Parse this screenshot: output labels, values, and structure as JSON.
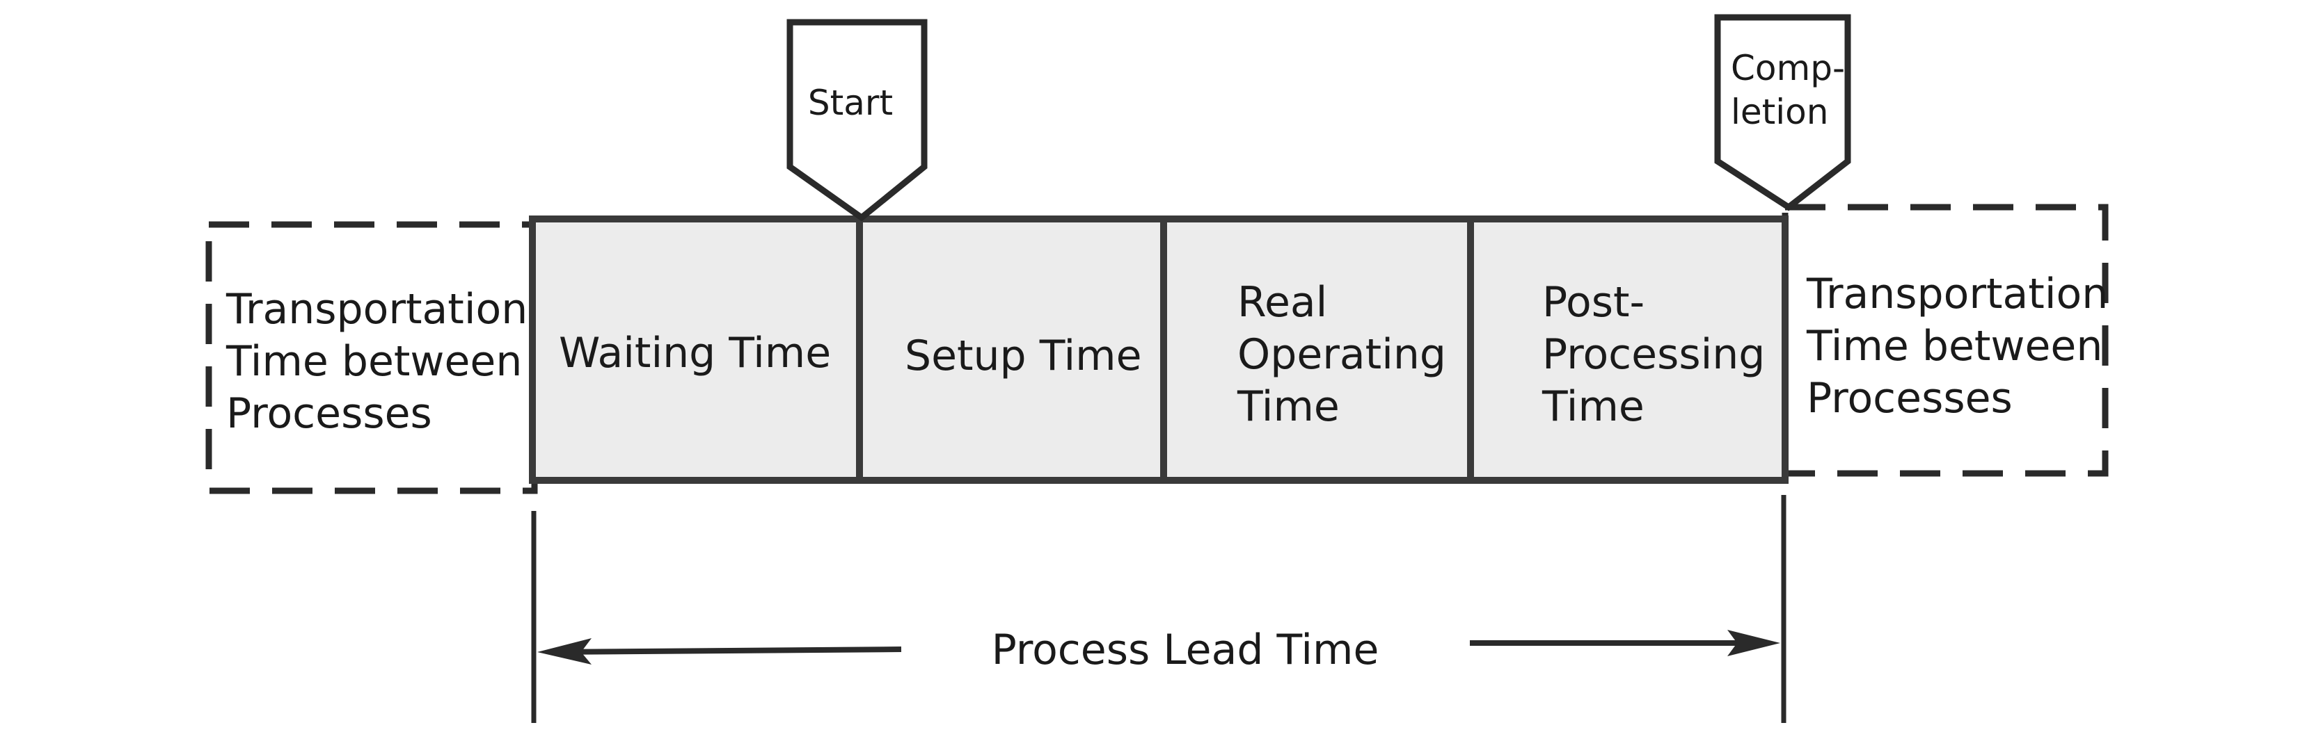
{
  "diagram": {
    "start_marker": "Start",
    "completion_marker": [
      "Comp-",
      "letion"
    ],
    "transport_before": [
      "Transportation",
      "Time between",
      "Processes"
    ],
    "transport_after": [
      "Transportation",
      "Time between",
      "Processes"
    ],
    "segments": [
      {
        "lines": [
          "Waiting Time"
        ]
      },
      {
        "lines": [
          "Setup Time"
        ]
      },
      {
        "lines": [
          "Real",
          "Operating",
          "Time"
        ]
      },
      {
        "lines": [
          "Post-",
          "Processing",
          "Time"
        ]
      }
    ],
    "lead_time_label": "Process Lead Time"
  },
  "colors": {
    "segment_fill": "#ececec",
    "stroke": "#3a3a3a",
    "text": "#1a1a1a"
  }
}
